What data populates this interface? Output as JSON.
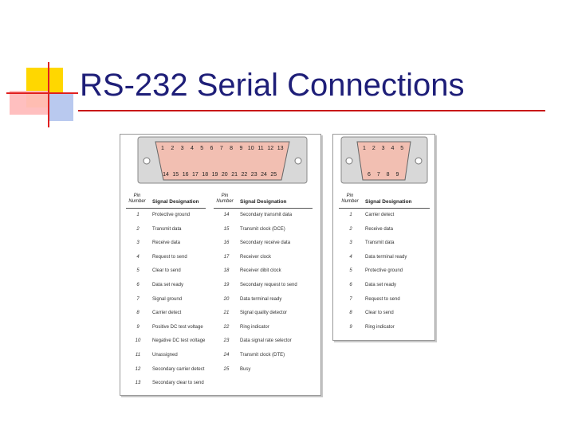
{
  "slide": {
    "title": "RS-232 Serial Connections"
  },
  "db25": {
    "top_pins": [
      "1",
      "2",
      "3",
      "4",
      "5",
      "6",
      "7",
      "8",
      "9",
      "10",
      "11",
      "12",
      "13"
    ],
    "bottom_pins": [
      "14",
      "15",
      "16",
      "17",
      "18",
      "19",
      "20",
      "21",
      "22",
      "23",
      "24",
      "25"
    ],
    "headers": {
      "pin_col": "Pin Number",
      "signal_col": "Signal Designation"
    },
    "left_rows": [
      {
        "pin": "1",
        "signal": "Protective ground"
      },
      {
        "pin": "2",
        "signal": "Transmit data"
      },
      {
        "pin": "3",
        "signal": "Receive data"
      },
      {
        "pin": "4",
        "signal": "Request to send"
      },
      {
        "pin": "5",
        "signal": "Clear to send"
      },
      {
        "pin": "6",
        "signal": "Data set ready"
      },
      {
        "pin": "7",
        "signal": "Signal ground"
      },
      {
        "pin": "8",
        "signal": "Carrier detect"
      },
      {
        "pin": "9",
        "signal": "Positive DC test voltage"
      },
      {
        "pin": "10",
        "signal": "Negative DC test voltage"
      },
      {
        "pin": "11",
        "signal": "Unassigned"
      },
      {
        "pin": "12",
        "signal": "Secondary carrier detect"
      },
      {
        "pin": "13",
        "signal": "Secondary clear to send"
      }
    ],
    "right_rows": [
      {
        "pin": "14",
        "signal": "Secondary transmit data"
      },
      {
        "pin": "15",
        "signal": "Transmit clock (DCE)"
      },
      {
        "pin": "16",
        "signal": "Secondary receive data"
      },
      {
        "pin": "17",
        "signal": "Receiver clock"
      },
      {
        "pin": "18",
        "signal": "Receiver dibit clock"
      },
      {
        "pin": "19",
        "signal": "Secondary request to send"
      },
      {
        "pin": "20",
        "signal": "Data terminal ready"
      },
      {
        "pin": "21",
        "signal": "Signal quality detector"
      },
      {
        "pin": "22",
        "signal": "Ring indicator"
      },
      {
        "pin": "23",
        "signal": "Data signal rate selector"
      },
      {
        "pin": "24",
        "signal": "Transmit clock (DTE)"
      },
      {
        "pin": "25",
        "signal": "Busy"
      }
    ]
  },
  "db9": {
    "top_pins": [
      "1",
      "2",
      "3",
      "4",
      "5"
    ],
    "bottom_pins": [
      "6",
      "7",
      "8",
      "9"
    ],
    "headers": {
      "pin_col": "Pin Number",
      "signal_col": "Signal Designation"
    },
    "rows": [
      {
        "pin": "1",
        "signal": "Carrier detect"
      },
      {
        "pin": "2",
        "signal": "Receive data"
      },
      {
        "pin": "3",
        "signal": "Transmit data"
      },
      {
        "pin": "4",
        "signal": "Data terminal ready"
      },
      {
        "pin": "5",
        "signal": "Protective ground"
      },
      {
        "pin": "6",
        "signal": "Data set ready"
      },
      {
        "pin": "7",
        "signal": "Request to send"
      },
      {
        "pin": "8",
        "signal": "Clear to send"
      },
      {
        "pin": "9",
        "signal": "Ring indicator"
      }
    ]
  },
  "colors": {
    "connector_fill": "#f2bfb2",
    "title": "#1e1e78",
    "accent_red": "#c81818"
  }
}
